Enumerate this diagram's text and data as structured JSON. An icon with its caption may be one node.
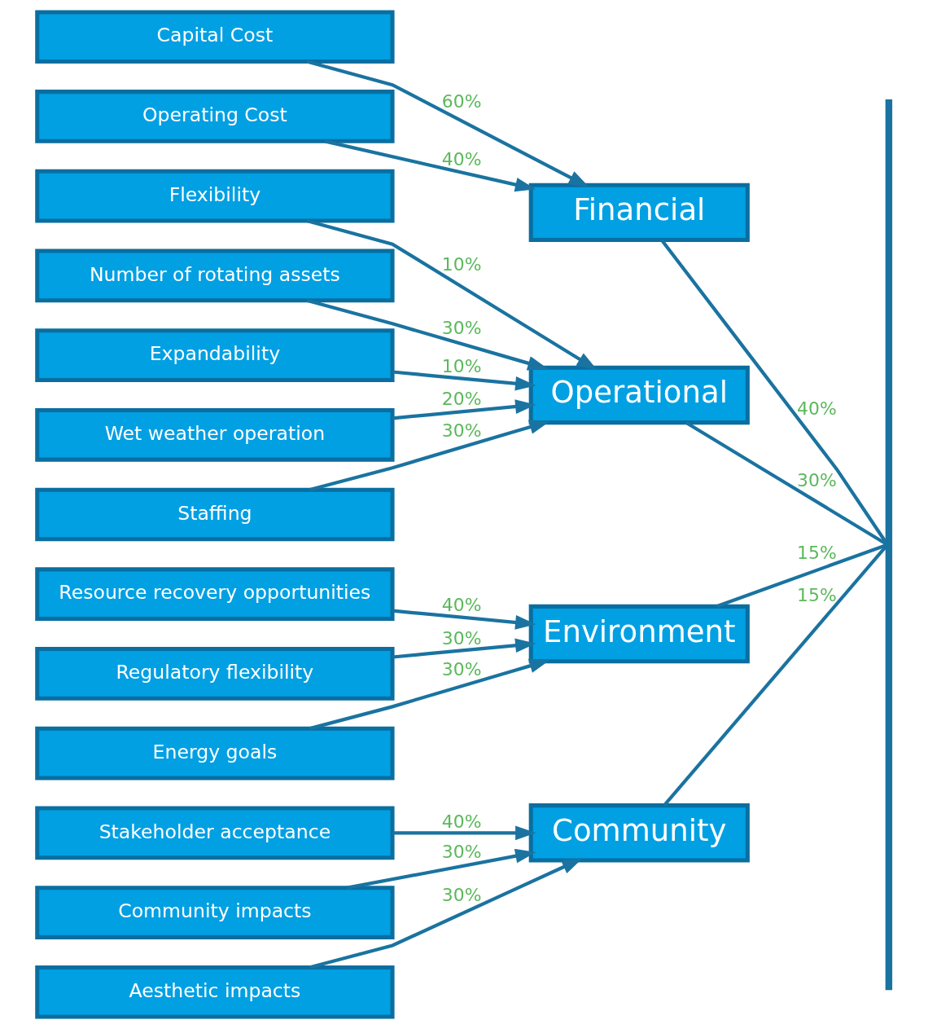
{
  "diagram": {
    "nodes": [
      {
        "text": [
          "Capital Cost"
        ]
      },
      {
        "text": [
          "Operating Cost"
        ]
      },
      {
        "text": [
          "Financial"
        ]
      },
      {
        "text": [
          "Flexibility"
        ]
      },
      {
        "text": [
          "Number of rotating assets"
        ]
      },
      {
        "text": [
          "Expandability"
        ]
      },
      {
        "text": [
          "Wet weather operation"
        ]
      },
      {
        "text": [
          "Staffing"
        ]
      },
      {
        "text": [
          "Operational"
        ]
      },
      {
        "text": [
          "Resource recovery opportunities"
        ]
      },
      {
        "text": [
          "Regulatory flexibility"
        ]
      },
      {
        "text": [
          "Energy goals"
        ]
      },
      {
        "text": [
          "Environment"
        ]
      },
      {
        "text": [
          "Stakeholder acceptance"
        ]
      },
      {
        "text": [
          "Community impacts"
        ]
      },
      {
        "text": [
          "Aesthetic impacts"
        ]
      },
      {
        "text": [
          "Community"
        ]
      },
      {
        "text": [],
        "shape": "bar"
      }
    ],
    "edges": [
      {
        "from": 0,
        "to": 2,
        "arrow": "to",
        "label": "60%"
      },
      {
        "from": 1,
        "to": 2,
        "arrow": "to",
        "label": "40%"
      },
      {
        "from": 3,
        "to": 8,
        "arrow": "to",
        "label": "10%"
      },
      {
        "from": 4,
        "to": 8,
        "arrow": "to",
        "label": "30%"
      },
      {
        "from": 5,
        "to": 8,
        "arrow": "to",
        "label": "10%"
      },
      {
        "from": 6,
        "to": 8,
        "arrow": "to",
        "label": "20%"
      },
      {
        "from": 7,
        "to": 8,
        "arrow": "to",
        "label": "30%"
      },
      {
        "from": 9,
        "to": 12,
        "arrow": "to",
        "label": "40%"
      },
      {
        "from": 10,
        "to": 12,
        "arrow": "to",
        "label": "30%"
      },
      {
        "from": 11,
        "to": 12,
        "arrow": "to",
        "label": "30%"
      },
      {
        "from": 13,
        "to": 16,
        "arrow": "to",
        "label": "40%"
      },
      {
        "from": 14,
        "to": 16,
        "arrow": "to",
        "label": "30%"
      },
      {
        "from": 15,
        "to": 16,
        "arrow": "to",
        "label": "30%"
      },
      {
        "from": 2,
        "to": 17,
        "arrow": "none",
        "label": "40%"
      },
      {
        "from": 8,
        "to": 17,
        "arrow": "none",
        "label": "30%"
      },
      {
        "from": 12,
        "to": 17,
        "arrow": "none",
        "label": "15%"
      },
      {
        "from": 16,
        "to": 17,
        "arrow": "none",
        "label": "15%"
      }
    ]
  }
}
